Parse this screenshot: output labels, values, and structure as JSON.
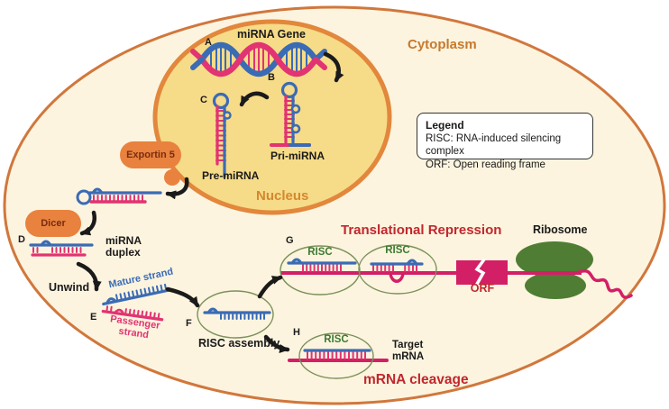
{
  "title": "miRNA biogenesis and function diagram",
  "regions": {
    "cytoplasm": "Cytoplasm",
    "nucleus": "Nucleus"
  },
  "steps": {
    "a": "A",
    "b": "B",
    "c": "C",
    "d": "D",
    "e": "E",
    "f": "F",
    "g": "G",
    "h": "H"
  },
  "nucleus_items": {
    "mirna_gene": "miRNA Gene",
    "pri_mirna": "Pri-miRNA",
    "pre_mirna": "Pre-miRNA"
  },
  "proteins": {
    "exportin5": "Exportin 5",
    "dicer": "Dicer"
  },
  "cytoplasm_items": {
    "mirna_duplex_line1": "miRNA",
    "mirna_duplex_line2": "duplex",
    "unwind": "Unwind",
    "mature_strand": "Mature strand",
    "passenger_line1": "Passenger",
    "passenger_line2": "strand",
    "risc_assembly": "RISC assembly",
    "risc": "RISC",
    "orf": "ORF",
    "ribosome": "Ribosome",
    "target_line1": "Target",
    "target_line2": "mRNA"
  },
  "outcomes": {
    "translational_repression": "Translational Repression",
    "mrna_cleavage": "mRNA cleavage"
  },
  "legend": {
    "title": "Legend",
    "risc_line": "RISC: RNA-induced silencing complex",
    "orf_line": "ORF: Open reading frame"
  },
  "colors": {
    "cell_outline": "#d1773c",
    "cytoplasm_fill": "#fcf4df",
    "nucleus_fill": "#f6db88",
    "nucleus_outline": "#e2873c",
    "strand_blue": "#3a6bb5",
    "strand_pink": "#e23372",
    "mrna_crimson": "#d31f66",
    "emphasis_red": "#c1272d",
    "risc_green": "#3e7a33",
    "ribosome_green": "#4f7d33",
    "protein_orange": "#e8823e",
    "region_label_orange": "#c67a2e"
  }
}
